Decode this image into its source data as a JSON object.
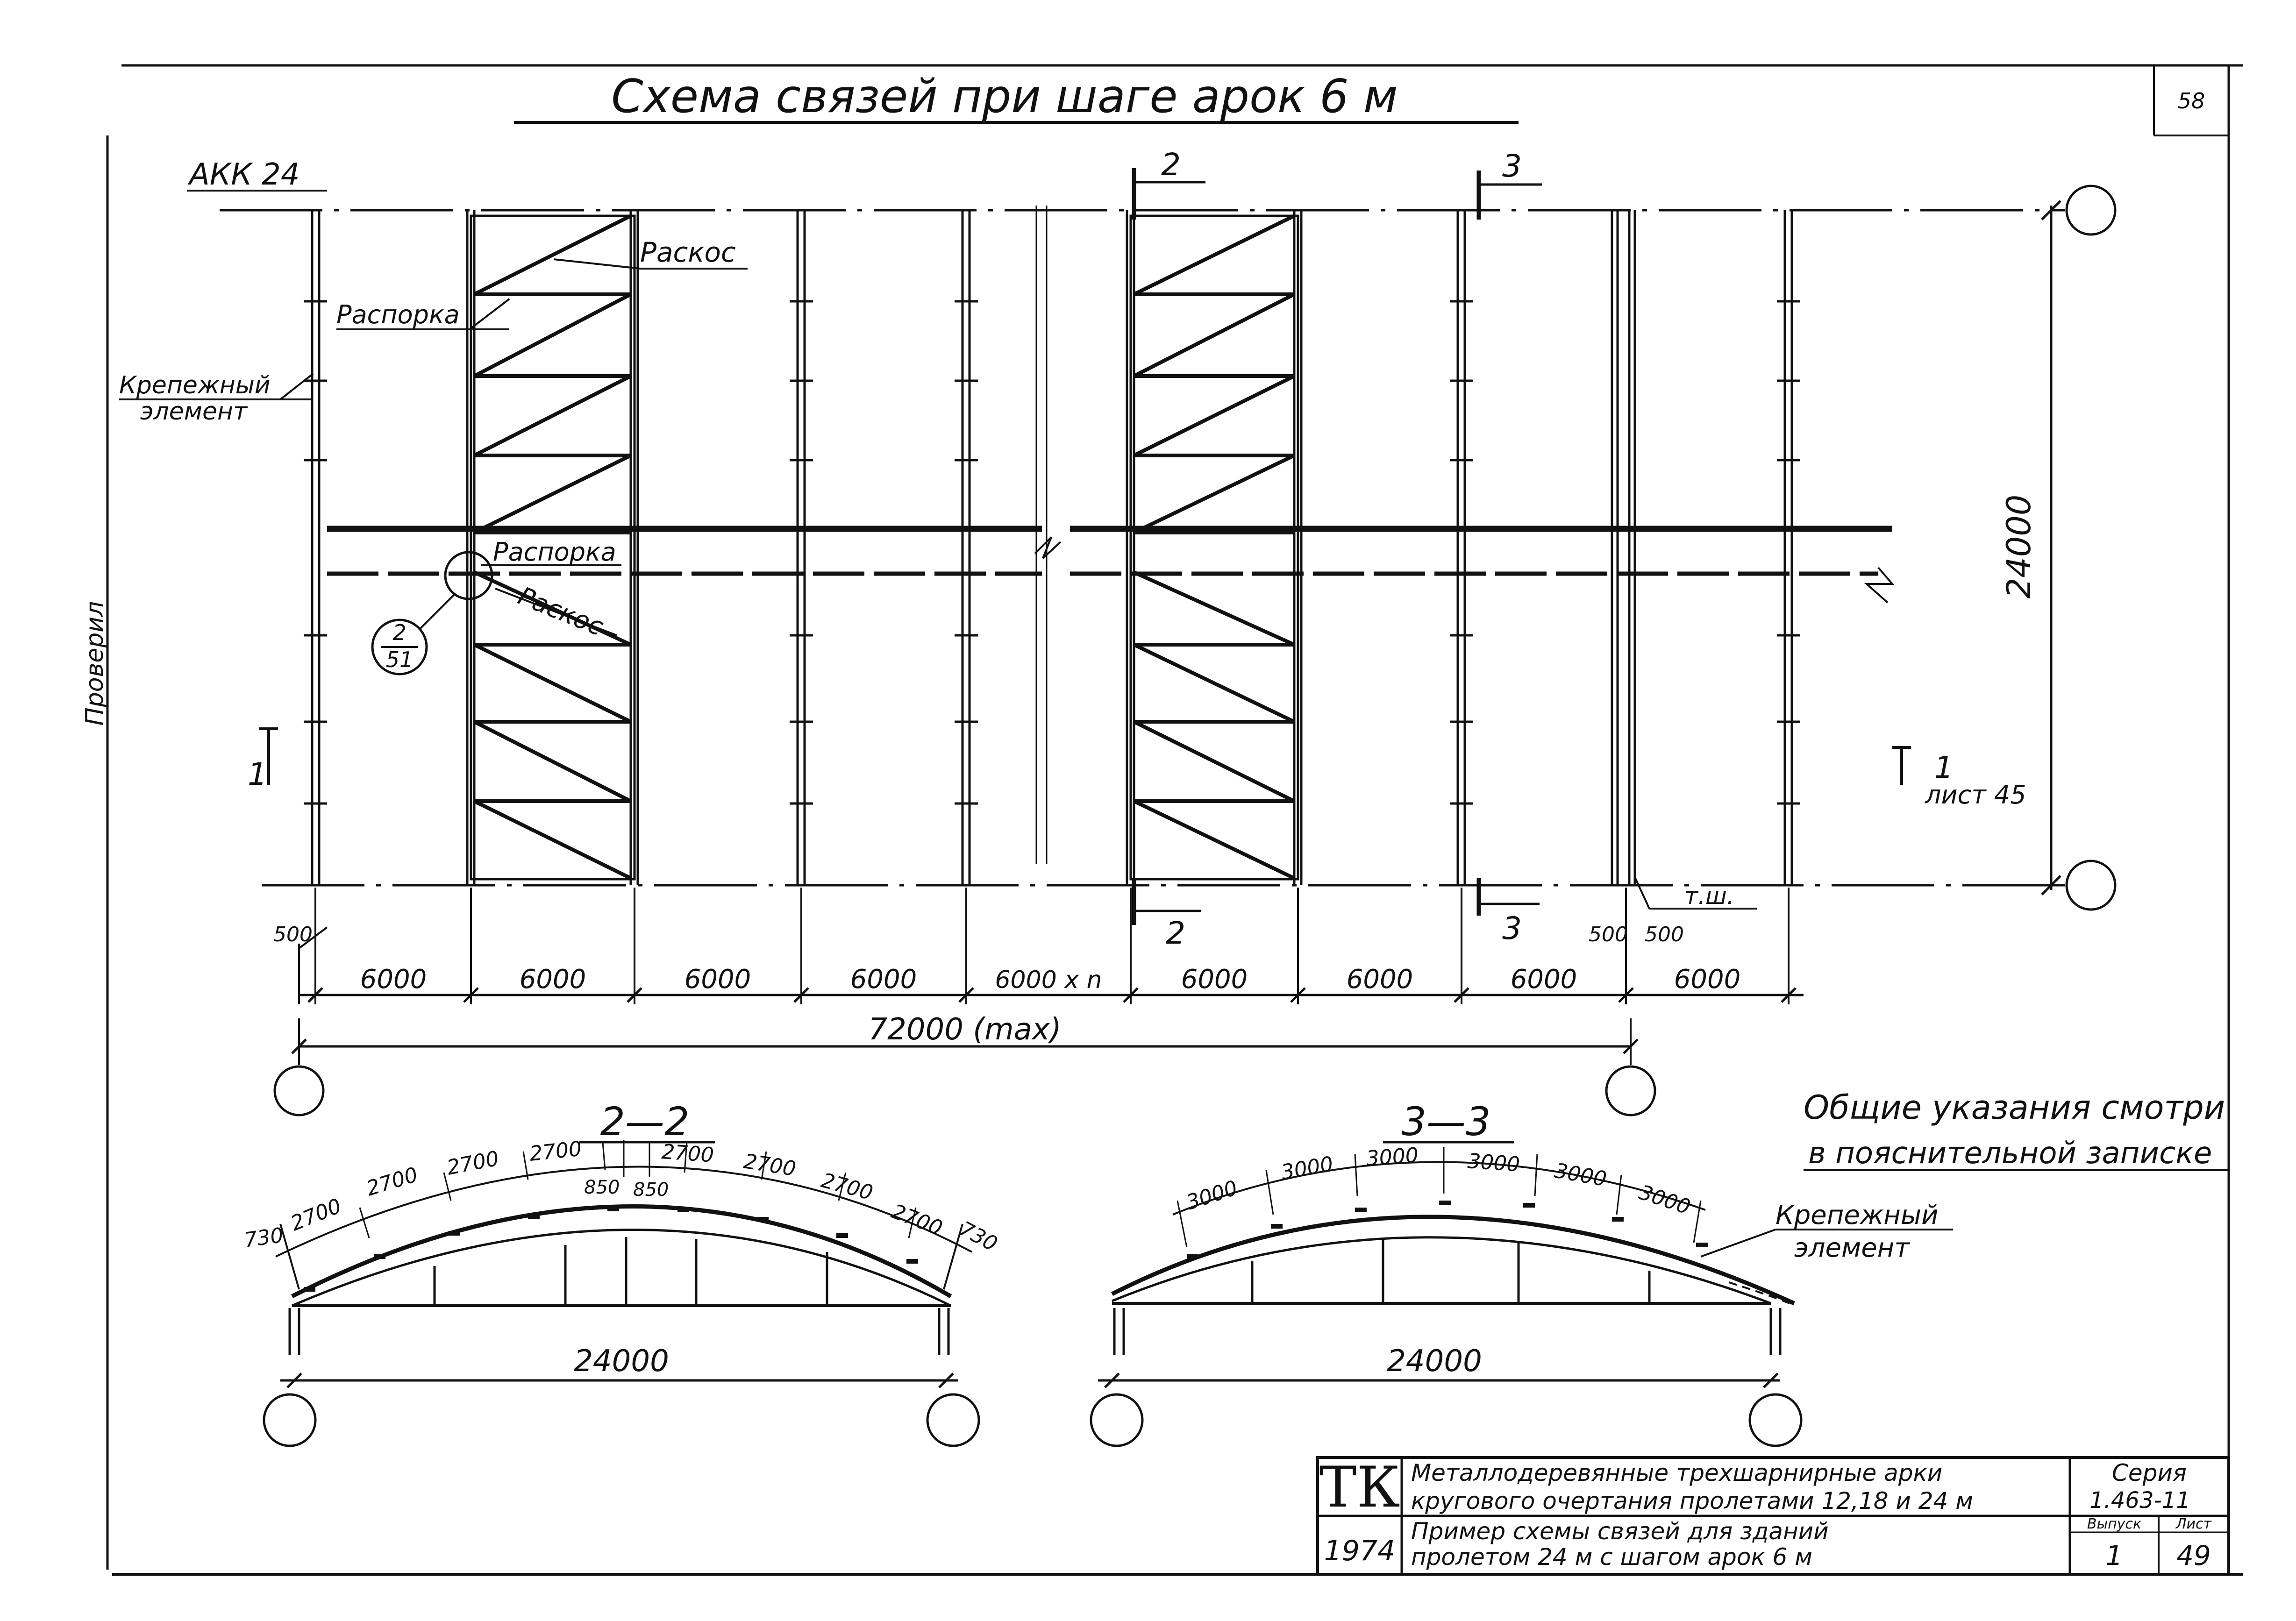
{
  "title": "Схема связей при шаге арок 6 м",
  "page_number": "58",
  "side_label": "Проверил",
  "plan": {
    "arch_label": "АКК 24",
    "labels": {
      "raskos": "Раскос",
      "rasporka": "Распорка",
      "krep1": "Крепежный",
      "krep2": "элемент",
      "ts": "т.ш.",
      "list45": "лист 45"
    },
    "node_ref": {
      "top": "2",
      "bottom": "51"
    },
    "section_marks": {
      "s1": "1",
      "s2": "2",
      "s3": "3"
    },
    "dim_500": "500",
    "height": "24000",
    "spans": [
      "6000",
      "6000",
      "6000",
      "6000",
      "6000 х n",
      "6000",
      "6000",
      "6000",
      "6000"
    ],
    "total": "72000 (max)"
  },
  "section_2": {
    "label": "2—2",
    "dims": [
      "730",
      "2700",
      "2700",
      "2700",
      "2700",
      "850",
      "850",
      "2700",
      "2700",
      "2700",
      "2700",
      "730"
    ],
    "span": "24000"
  },
  "section_3": {
    "label": "3—3",
    "dims": [
      "3000",
      "3000",
      "3000",
      "3000",
      "3000",
      "3000"
    ],
    "span": "24000",
    "krep1": "Крепежный",
    "krep2": "элемент"
  },
  "notes": {
    "line1": "Общие указания смотри",
    "line2": "в пояснительной записке"
  },
  "stamp": {
    "org": "ТК",
    "year": "1974",
    "title1": "Металлодеревянные трехшарнирные арки",
    "title2": "кругового очертания пролетами 12,18 и 24 м",
    "title3": "Пример схемы связей для зданий",
    "title4": "пролетом 24 м с шагом арок 6 м",
    "series_label": "Серия",
    "series": "1.463-11",
    "issue_label": "Выпуск",
    "issue": "1",
    "sheet_label": "Лист",
    "sheet": "49"
  }
}
